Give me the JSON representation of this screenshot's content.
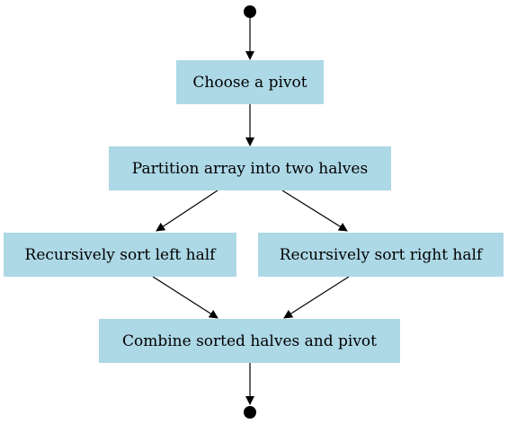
{
  "diagram": {
    "nodes": {
      "choose_pivot": "Choose a pivot",
      "partition": "Partition array into two halves",
      "sort_left": "Recursively sort left half",
      "sort_right": "Recursively sort right half",
      "combine": "Combine sorted halves and pivot"
    },
    "edges": [
      [
        "start",
        "choose_pivot"
      ],
      [
        "choose_pivot",
        "partition"
      ],
      [
        "partition",
        "sort_left"
      ],
      [
        "partition",
        "sort_right"
      ],
      [
        "sort_left",
        "combine"
      ],
      [
        "sort_right",
        "combine"
      ],
      [
        "combine",
        "end"
      ]
    ],
    "colors": {
      "node_fill": "#add8e6",
      "edge": "#000000",
      "terminal": "#000000"
    }
  }
}
